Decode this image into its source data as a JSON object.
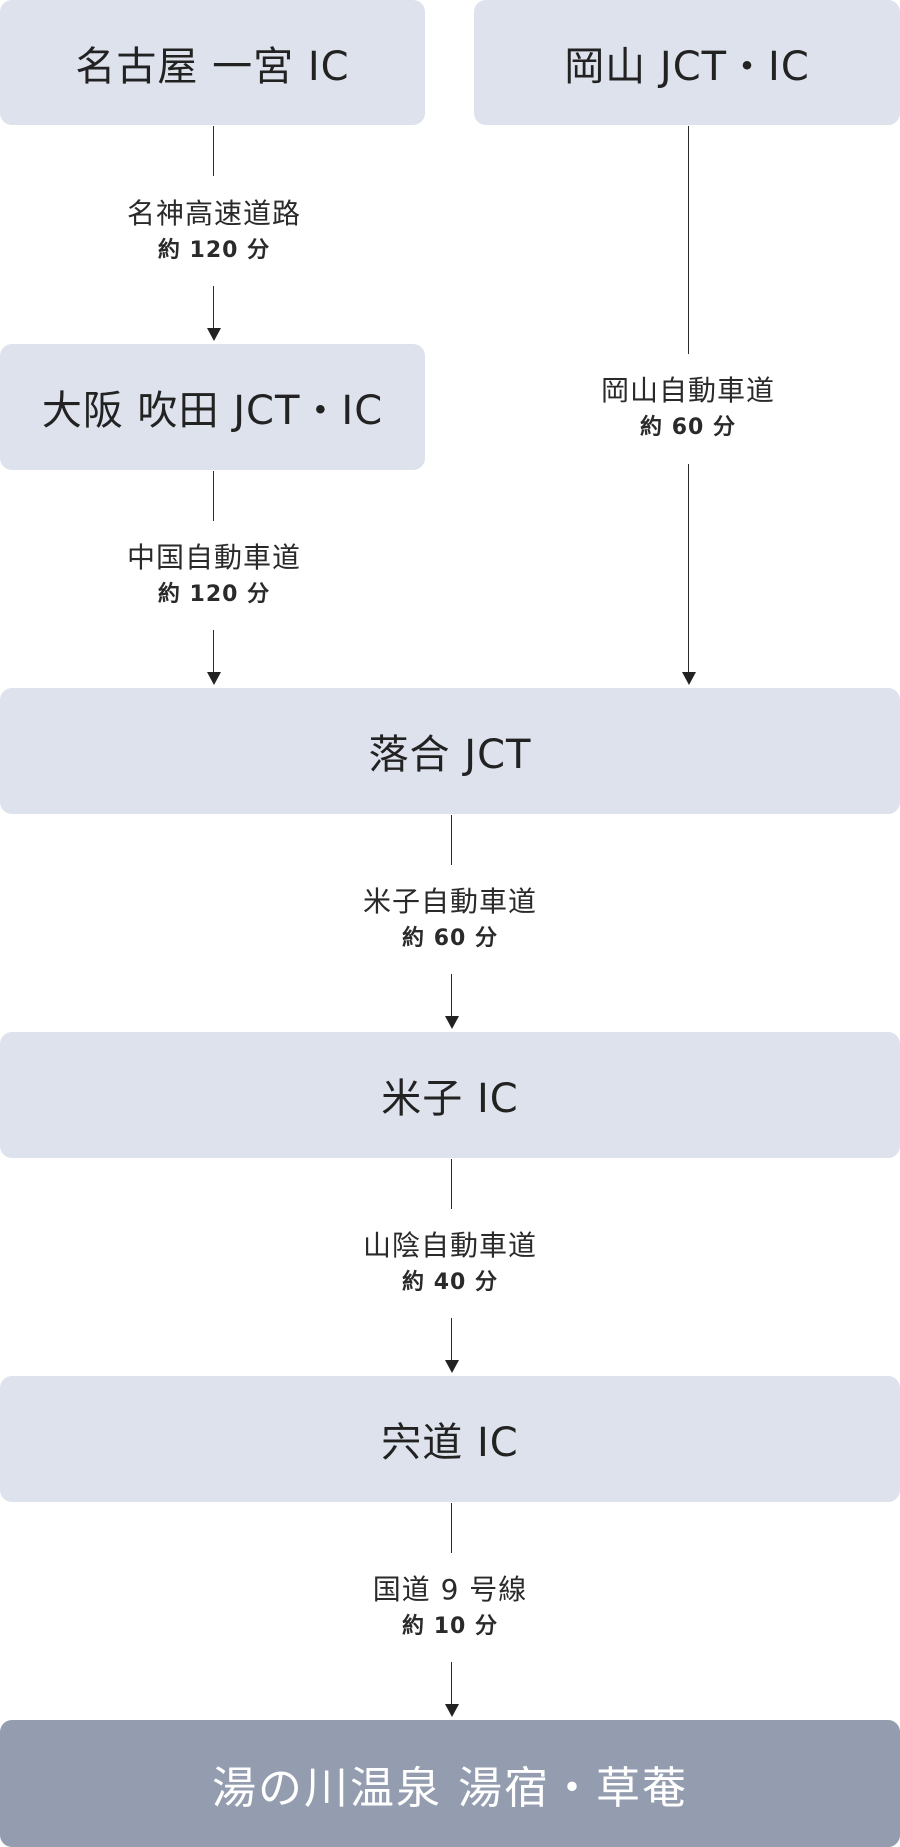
{
  "nodes": {
    "nagoya": "名古屋 一宮 IC",
    "okayama": "岡山 JCT・IC",
    "osaka": "大阪 吹田 JCT・IC",
    "ochiai": "落合 JCT",
    "yonago": "米子 IC",
    "shinji": "宍道 IC",
    "destination": "湯の川温泉 湯宿・草菴"
  },
  "routes": {
    "meishin": {
      "road": "名神高速道路",
      "time": "約 120 分"
    },
    "chugoku": {
      "road": "中国自動車道",
      "time": "約 120 分"
    },
    "okayama": {
      "road": "岡山自動車道",
      "time": "約 60 分"
    },
    "yonago": {
      "road": "米子自動車道",
      "time": "約 60 分"
    },
    "sanin": {
      "road": "山陰自動車道",
      "time": "約 40 分"
    },
    "route9": {
      "road": "国道 9 号線",
      "time": "約 10 分"
    }
  },
  "colors": {
    "box": "#dde2ec",
    "destination_box": "#939daf",
    "line": "#2a2a2a"
  }
}
